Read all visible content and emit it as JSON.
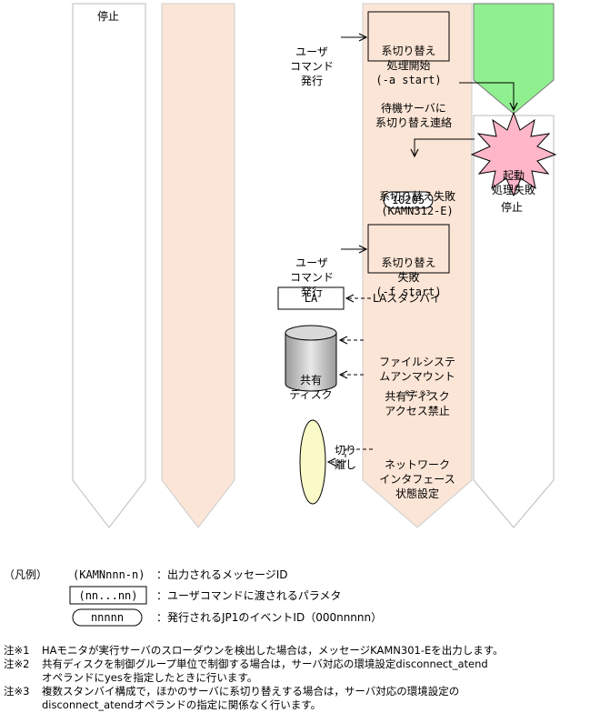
{
  "lanes": {
    "left_status": "停止",
    "right_status": "停止"
  },
  "flow": {
    "user_command_1": [
      "ユーザ",
      "コマンド",
      "発行"
    ],
    "switch_start_box": [
      "系切り替え",
      "処理開始",
      "(-a start)"
    ],
    "notify_standby": [
      "待機サーバに",
      "系切り替え連絡"
    ],
    "startup_fail_star": [
      "起動",
      "処理失敗"
    ],
    "switch_fail_msg": [
      "系切り替え失敗",
      "(KAMN312-E)"
    ],
    "event_id": "10205",
    "user_command_2": [
      "ユーザ",
      "コマンド",
      "発行"
    ],
    "switch_fail_box": [
      "系切り替え",
      "失敗",
      "(-f start)"
    ],
    "la_box": "LA",
    "la_standby": "LAスタンバイ",
    "disk_label": [
      "共有",
      "ディスク"
    ],
    "unmount": [
      "ファイルシステ",
      "ムアンマウント"
    ],
    "disk_access": [
      "共有ディスク",
      "アクセス禁止"
    ],
    "disk_note_ref": "※2, ※3",
    "detach_label": [
      "切り",
      "離し"
    ],
    "network_state": [
      "ネットワーク",
      "インタフェース",
      "状態設定"
    ]
  },
  "legend": {
    "title": "（凡例）",
    "msg_sample": "(KAMNnnn-n)",
    "msg_desc": "：出力されるメッセージID",
    "param_sample": "(nn...nn)",
    "param_desc": "：ユーザコマンドに渡されるパラメタ",
    "event_sample": "nnnnn",
    "event_desc": "：発行されるJP1のイベントID（000nnnnn）"
  },
  "notes": [
    {
      "mark": "注※1",
      "lines": [
        "HAモニタが実行サーバのスローダウンを検出した場合は，メッセージKAMN301-Eを出力します。"
      ]
    },
    {
      "mark": "注※2",
      "lines": [
        "共有ディスクを制御グループ単位で制御する場合は，サーバ対応の環境設定disconnect_atend",
        "オペランドにyesを指定したときに行います。"
      ]
    },
    {
      "mark": "注※3",
      "lines": [
        "複数スタンバイ構成で，ほかのサーバに系切り替えする場合は，サーバ対応の環境設定の",
        "disconnect_atendオペランドの指定に関係なく行います。"
      ]
    }
  ],
  "colors": {
    "lane_peach": "#fbe5d6",
    "active_green": "#90f090",
    "star_pink": "#ffb6c8",
    "nic_yellow": "#fafac8",
    "disk_gray": "#c8c8c8"
  }
}
